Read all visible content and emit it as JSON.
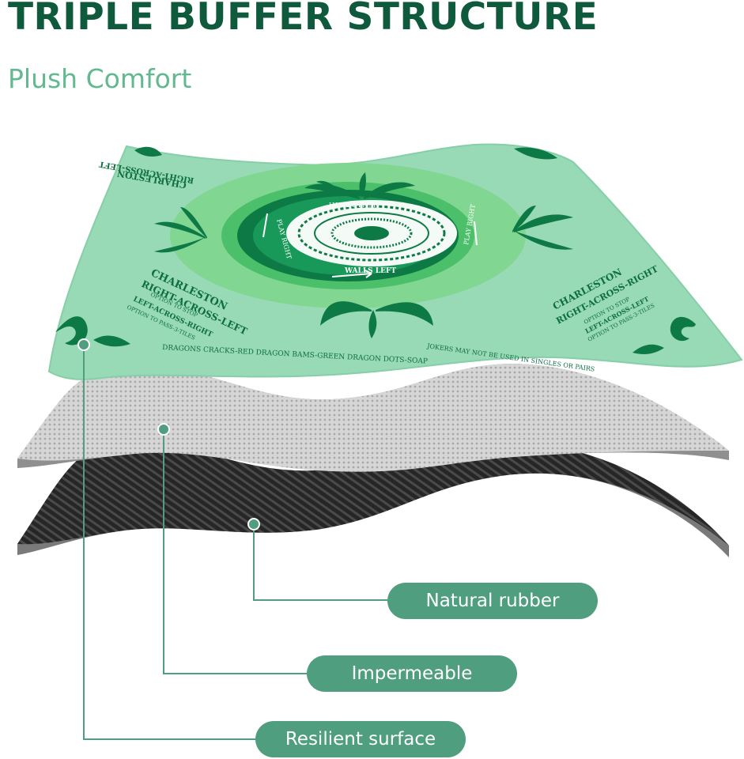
{
  "header": {
    "title": "TRIPLE BUFFER STRUCTURE",
    "subtitle": "Plush Comfort"
  },
  "colors": {
    "title": "#0f5a3c",
    "subtitle": "#62b98f",
    "accent": "#4f9e7f",
    "mat_surface": "#98d9b6",
    "mat_ring": "#5dc07a",
    "mat_dark": "#0d7a45",
    "middle_layer": "#d9d9d9",
    "bottom_layer": "#2f2f2f"
  },
  "mat": {
    "top_left": {
      "heading": "CHARLESTON",
      "line": "RIGHT-ACROSS-LEFT"
    },
    "bottom_left": {
      "heading": "CHARLESTON",
      "line": "RIGHT-ACROSS-LEFT",
      "note1": "OPTION TO STOP",
      "note2": "LEFT-ACROSS-RIGHT",
      "note3": "OPTION TO PASS-3-TILES"
    },
    "bottom_right": {
      "heading": "CHARLESTON",
      "line": "RIGHT-ACROSS-RIGHT",
      "note1": "OPTION TO STOP",
      "note2": "LEFT-ACROSS-LEFT",
      "note3": "OPTION TO PASS-3-TILES"
    },
    "ring_top": "WALLS RIGHT",
    "ring_bottom": "WALLS LEFT",
    "ring_left": "PLAY RIGHT",
    "ring_right": "PLAY RIGHT",
    "edge_bottom": "DRAGONS   CRACKS-RED DRAGON  BAMS-GREEN DRAGON  DOTS-SOAP",
    "edge_right": "JOKERS MAY NOT BE USED IN SINGLES OR PAIRS"
  },
  "callouts": {
    "rubber": "Natural rubber",
    "impermeable": "Impermeable",
    "surface": "Resilient surface"
  }
}
